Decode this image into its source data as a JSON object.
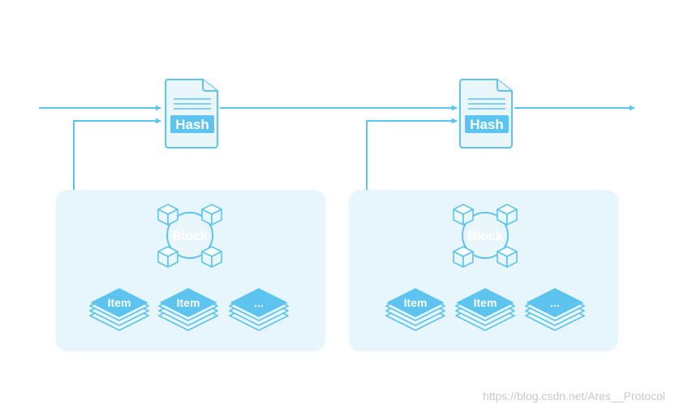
{
  "colors": {
    "line": "#5cc4ee",
    "panel_fill": "#e7f5fc",
    "icon_fill": "#e9f7fd",
    "badge_fill": "#5cc4ee",
    "label_text": "#ffffff",
    "watermark": "#c8c8c8"
  },
  "hash_label": "Hash",
  "block_label": "Block",
  "item_labels": [
    "Item",
    "Item",
    "..."
  ],
  "watermark": "https://blog.csdn.net/Ares__Protocol"
}
